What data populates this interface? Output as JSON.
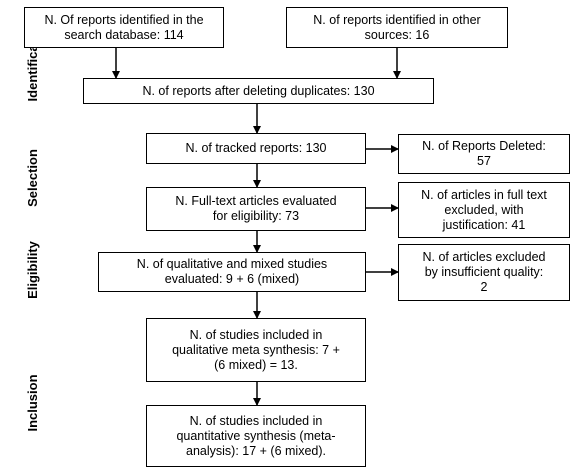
{
  "stages": {
    "identification": "Identification",
    "selection": "Selection",
    "eligibility": "Eligibility",
    "inclusion": "Inclusion"
  },
  "boxes": {
    "search_database": "N. Of reports identified in the\nsearch database: 114",
    "other_sources": "N. of reports identified in other\nsources: 16",
    "after_duplicates": "N. of reports after deleting duplicates: 130",
    "tracked": "N. of tracked reports: 130",
    "deleted": "N. of Reports Deleted:\n57",
    "fulltext_evaluated": "N. Full-text articles evaluated\nfor eligibility: 73",
    "fulltext_excluded": "N. of articles in full text\nexcluded, with\njustification: 41",
    "qualitative_mixed": "N. of qualitative and mixed studies\nevaluated: 9 + 6 (mixed)",
    "excluded_quality": "N. of articles excluded\nby insufficient quality:\n2",
    "qual_synthesis": "N. of studies included in\nqualitative meta synthesis: 7 +\n(6 mixed) = 13.",
    "quant_synthesis": "N. of studies included in\nquantitative synthesis (meta-\nanalysis): 17 + (6 mixed)."
  }
}
